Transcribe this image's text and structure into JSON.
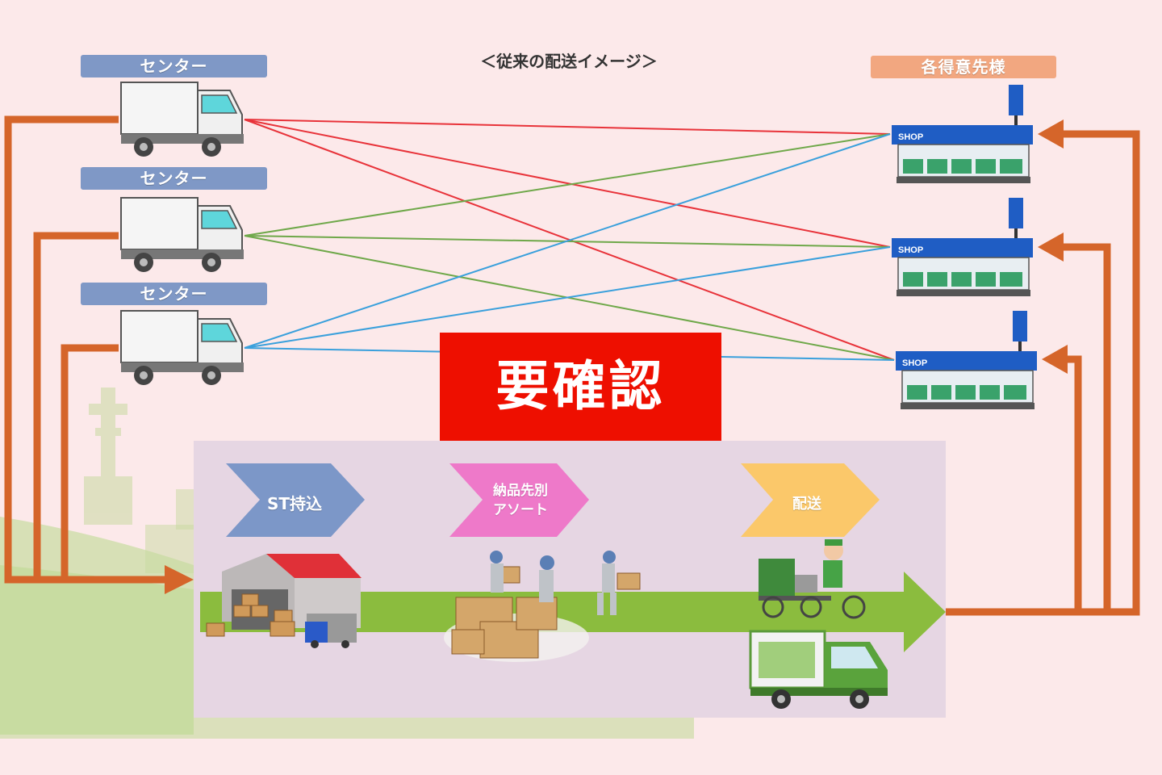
{
  "header": {
    "title": "＜従来の配送イメージ＞"
  },
  "centers": [
    {
      "label": "センター"
    },
    {
      "label": "センター"
    },
    {
      "label": "センター"
    }
  ],
  "clients": {
    "label": "各得意先様"
  },
  "shops": [
    {
      "sign": "SHOP"
    },
    {
      "sign": "SHOP"
    },
    {
      "sign": "SHOP"
    }
  ],
  "notice": {
    "text": "要確認"
  },
  "process": {
    "steps": [
      {
        "label": "ST持込",
        "color": "#7c97c8"
      },
      {
        "label": "納品先別",
        "label2": "アソート",
        "color": "#ee79c9"
      },
      {
        "label": "配送",
        "color": "#fbc86a"
      }
    ]
  },
  "colors": {
    "route_red": "#e8333a",
    "route_green": "#6fa84a",
    "route_blue": "#3aa0dc",
    "flow_orange": "#d5652a",
    "main_arrow": "#8bbc3e"
  }
}
